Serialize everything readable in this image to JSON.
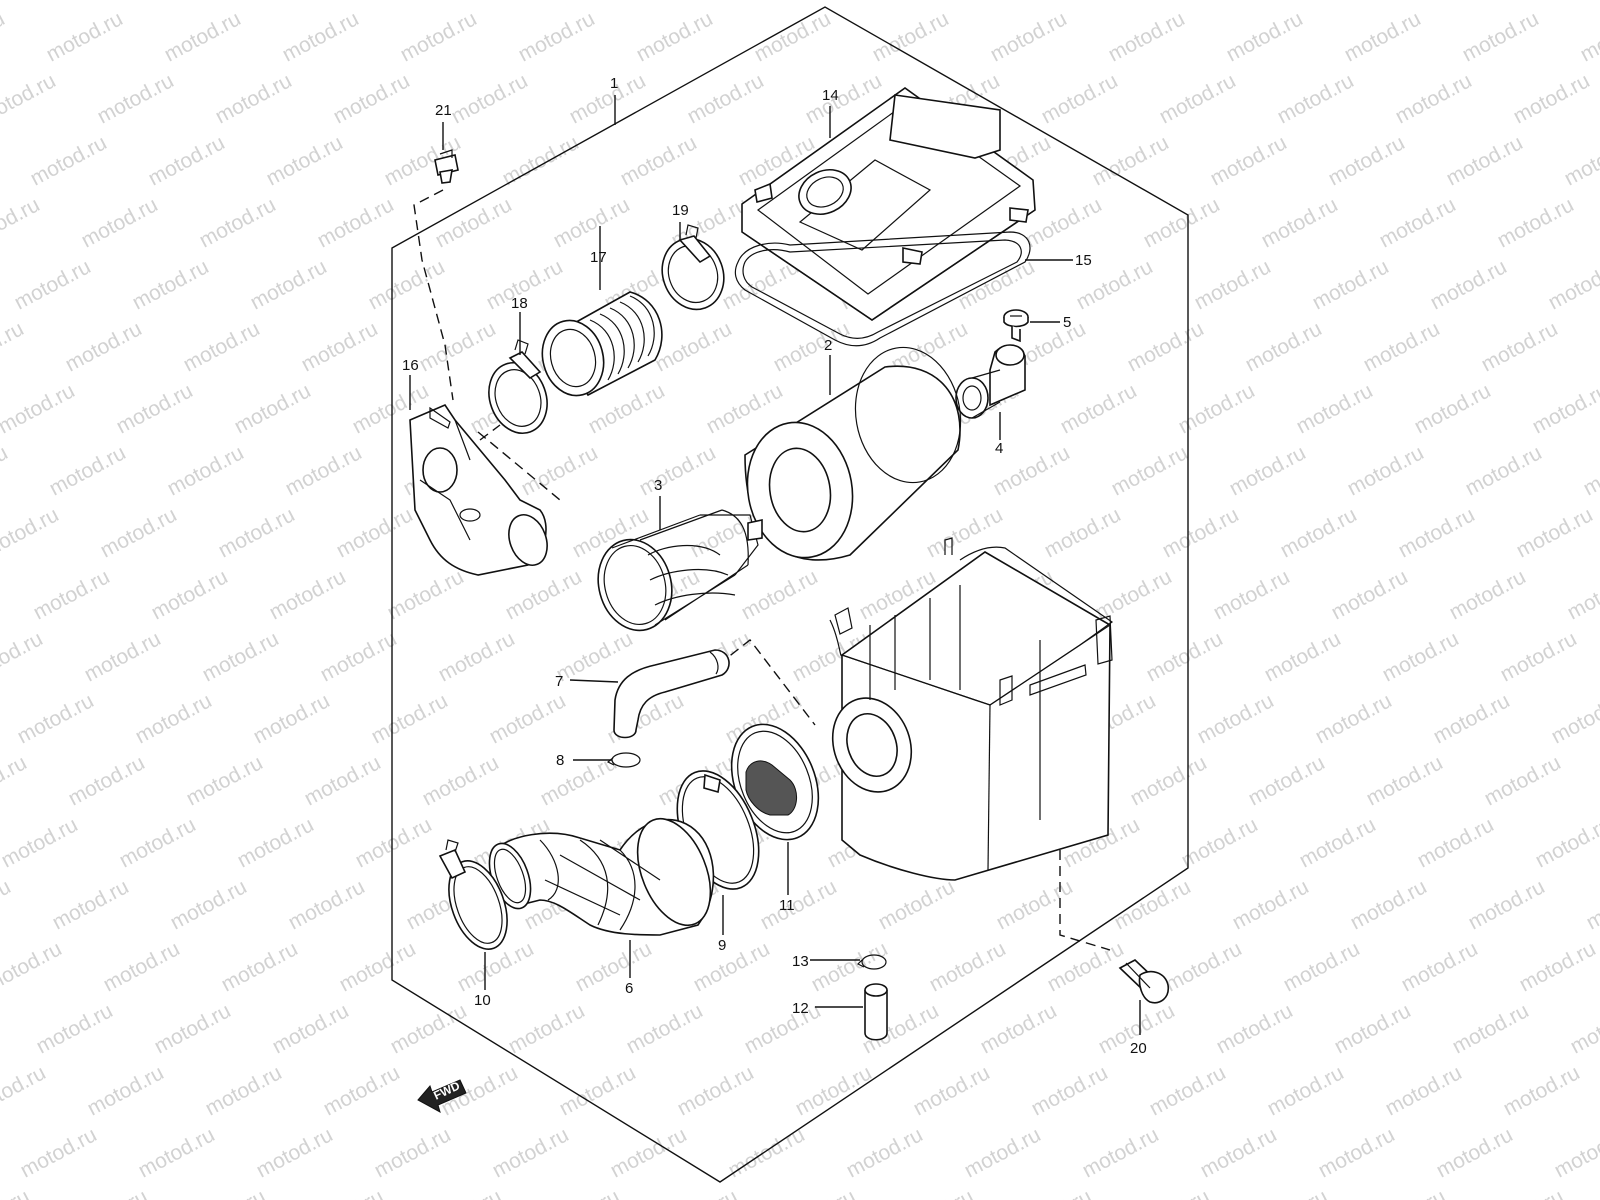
{
  "watermark": {
    "text": "motod.ru",
    "color": "#d2d2d2"
  },
  "fwd_label": "FWD",
  "part_labels": {
    "p1": "1",
    "p2": "2",
    "p3": "3",
    "p4": "4",
    "p5": "5",
    "p6": "6",
    "p7": "7",
    "p8": "8",
    "p9": "9",
    "p10": "10",
    "p11": "11",
    "p12": "12",
    "p13": "13",
    "p14": "14",
    "p15": "15",
    "p16": "16",
    "p17": "17",
    "p18": "18",
    "p19": "19",
    "p20": "20",
    "p21": "21"
  }
}
